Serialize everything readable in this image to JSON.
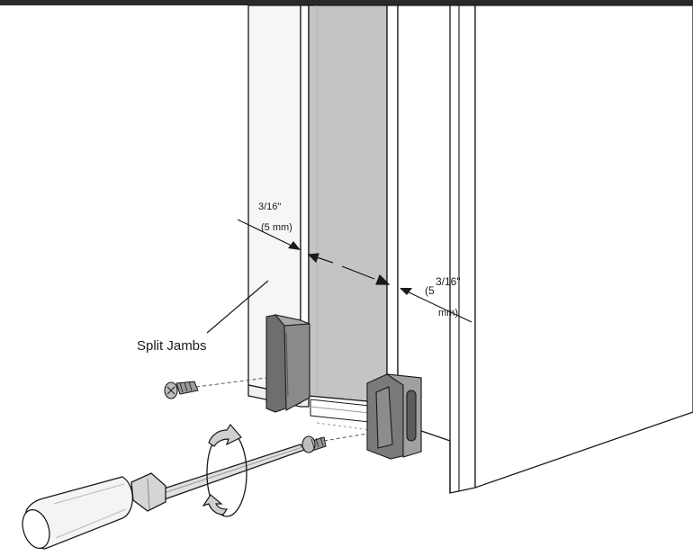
{
  "labels": {
    "left_gap_fraction": "3/16\"",
    "left_gap_metric": "(5 mm)",
    "right_gap_fraction": "3/16\"",
    "right_gap_paren": "(5",
    "right_gap_unit": "mm)",
    "split_jambs": "Split Jambs"
  },
  "colors": {
    "outline": "#1a1a1a",
    "door_panel": "#c4c4c4",
    "guide_dark": "#6e6e6e",
    "guide_mid": "#8a8a8a",
    "guide_light": "#a7a7a7",
    "jamb_face": "#ffffff",
    "jamb_shade": "#f3f3f3",
    "top_rule": "#2a2a2a"
  },
  "icons": [
    "screw-icon",
    "screwdriver-icon",
    "rotation-arrow-icon"
  ]
}
